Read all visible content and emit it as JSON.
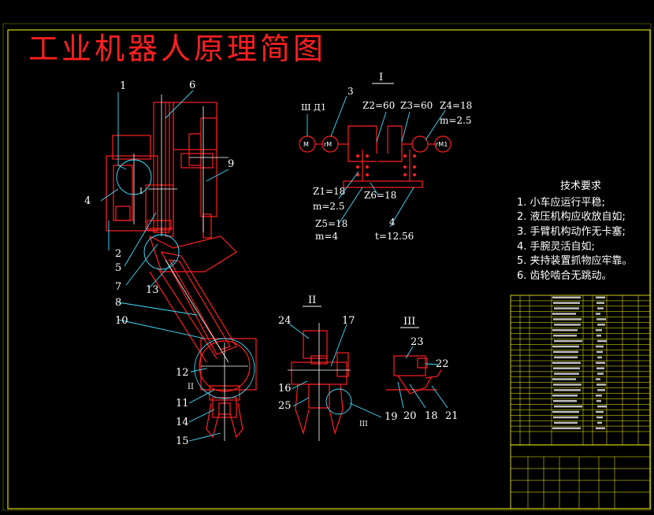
{
  "title": "工业机器人原理简图",
  "views": {
    "view1": "I",
    "view2": "II",
    "view3": "III",
    "detail_I": "I",
    "detail_II": "II",
    "detail_III": "III"
  },
  "part_labels": [
    "1",
    "2",
    "3",
    "4",
    "5",
    "6",
    "7",
    "8",
    "9",
    "10",
    "11",
    "12",
    "13",
    "14",
    "15",
    "16",
    "17",
    "18",
    "19",
    "20",
    "21",
    "22",
    "23",
    "24",
    "25"
  ],
  "gear_labels": {
    "motor_left": "M",
    "motor_right": "rM1",
    "motor_mid": "rM",
    "code": "Ш Д1",
    "z2": "Z2=60",
    "z3": "Z3=60",
    "z4": "Z4=18",
    "m_right": "m=2.5",
    "z1": "Z1=18",
    "m_left": "m=2.5",
    "z6": "Z6=18",
    "z5": "Z5=18",
    "m4": "m=4",
    "t": "t=12.56",
    "label3": "3",
    "label4": "4"
  },
  "tech": {
    "heading": "技术要求",
    "items": [
      "1. 小车应运行平稳;",
      "2. 液压机构应收放自如;",
      "3. 手臂机构动作无卡塞;",
      "4. 手腕灵活自如;",
      "5. 夹持装置抓物应牢靠。",
      "6. 齿轮啮合无跳动。"
    ]
  },
  "colors": {
    "frame": "#ffff00",
    "title": "#ff2020",
    "drawing": "#ff2020",
    "lines": "#ffffff",
    "leader": "#40e0ff",
    "table": "#ffff00"
  }
}
